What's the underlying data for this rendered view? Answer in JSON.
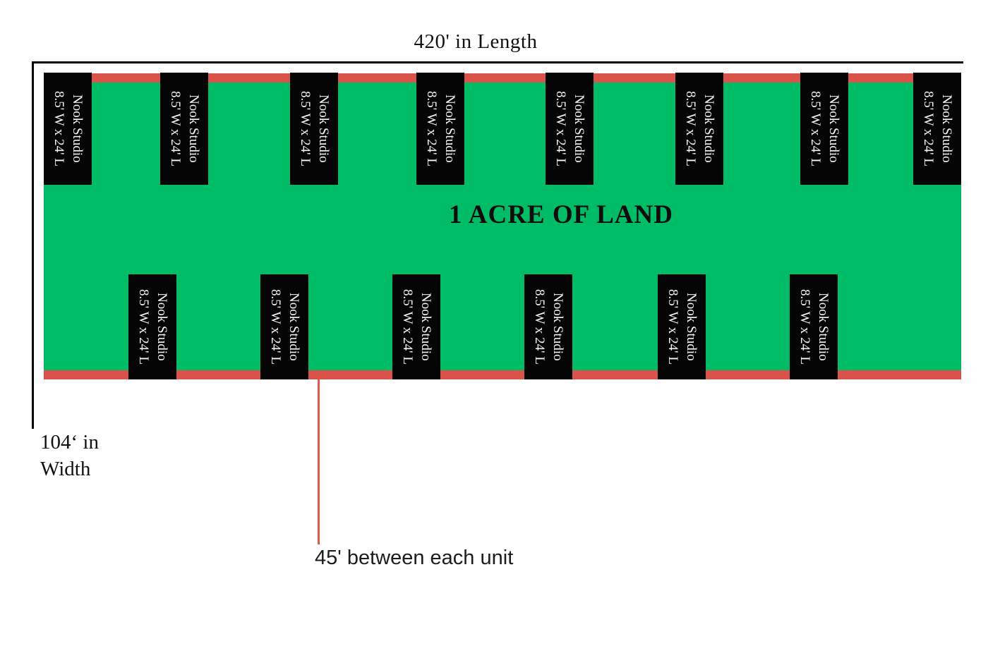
{
  "title": "420' in Length",
  "land": {
    "label": "1 ACRE OF LAND",
    "green_color": "#00bc66",
    "strip_color": "#d9534b"
  },
  "width_label": "104‘ in\nWidth",
  "spacing_label": "45' between each unit",
  "unit": {
    "name": "Nook Studio",
    "dimensions": "8.5' W x 24' L"
  },
  "units": {
    "top_lefts": [
      0,
      165,
      349,
      528,
      711,
      895,
      1072,
      1232
    ],
    "bottom_lefts": [
      120,
      307,
      494,
      681,
      870,
      1057
    ]
  }
}
